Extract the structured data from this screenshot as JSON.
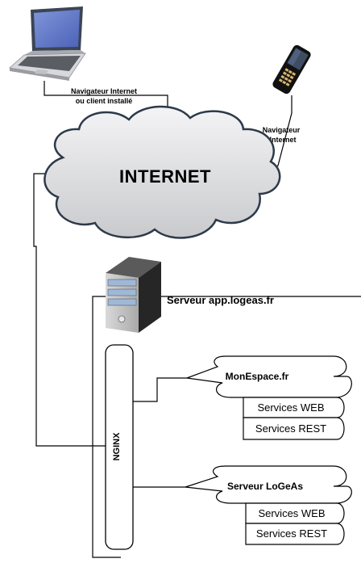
{
  "labels": {
    "laptop_caption_line1": "Navigateur Internet",
    "laptop_caption_line2": "ou client installé",
    "phone_caption_line1": "Navigateur",
    "phone_caption_line2": "Internet",
    "cloud": "INTERNET",
    "server": "Serveur app.logeas.fr",
    "proxy": "NGINX"
  },
  "apps": [
    {
      "title": "MonEspace.fr",
      "services": [
        "Services WEB",
        "Services REST"
      ]
    },
    {
      "title": "Serveur LoGeAs",
      "services": [
        "Services WEB",
        "Services REST"
      ]
    }
  ],
  "icons": {
    "laptop": "laptop-icon",
    "phone": "mobile-phone-icon",
    "server": "server-tower-icon",
    "cloud": "cloud-shape"
  },
  "colors": {
    "line": "#000000",
    "cloud_fill": "#dcdde0",
    "cloud_stroke": "#2e3a4a",
    "server_dark": "#3a3a3a",
    "server_stripe": "#9fb8d6"
  }
}
